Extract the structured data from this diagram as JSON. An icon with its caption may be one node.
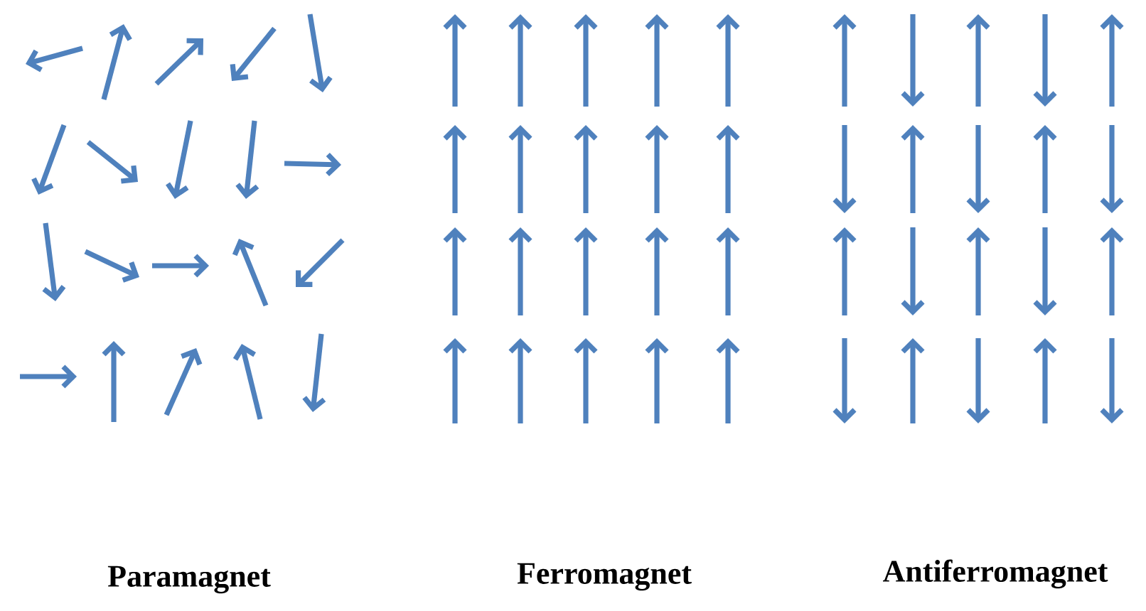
{
  "diagram": {
    "labels": [
      "Paramagnet",
      "Ferromagnet",
      "Antiferromagnet"
    ]
  }
}
